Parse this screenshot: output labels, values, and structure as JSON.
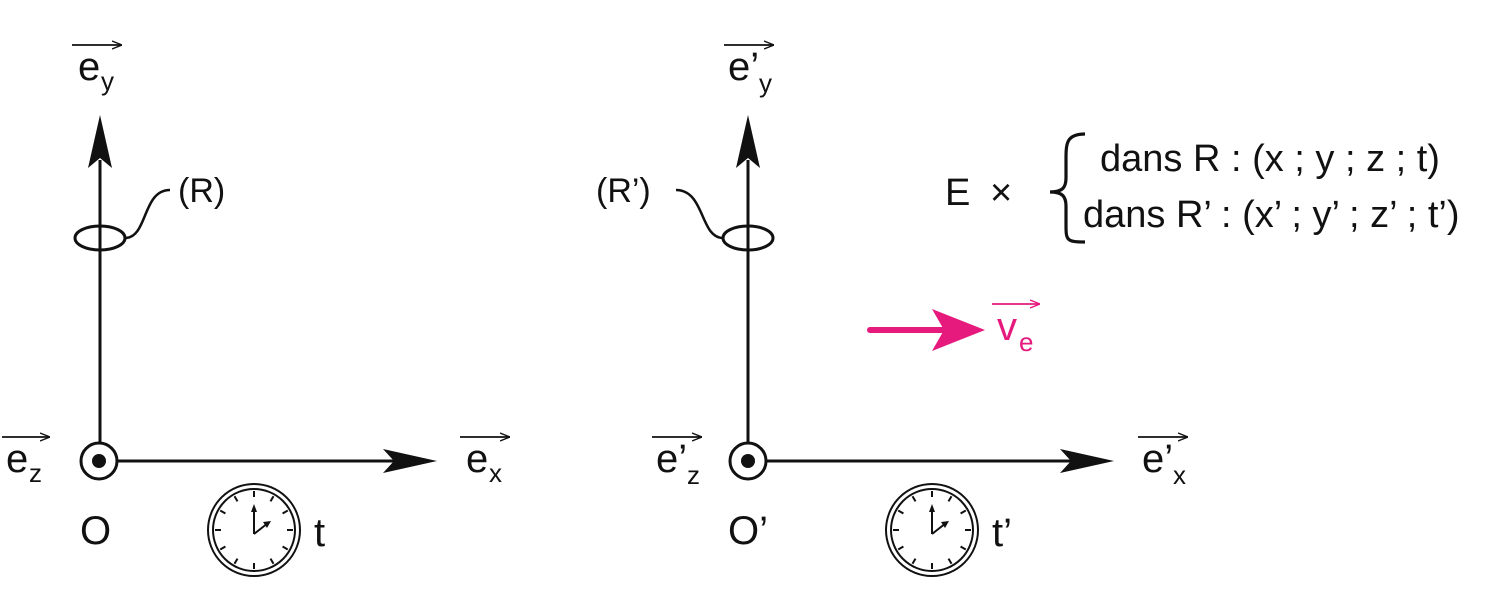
{
  "frame_r": {
    "label": "(R)",
    "origin": "O",
    "time": "t",
    "ex_base": "e",
    "ex_sub": "x",
    "ey_base": "e",
    "ey_sub": "y",
    "ez_base": "e",
    "ez_sub": "z"
  },
  "frame_rp": {
    "label": "(R’)",
    "origin": "O’",
    "time": "t’",
    "ex_base": "e’",
    "ex_sub": "x",
    "ey_base": "e’",
    "ey_sub": "y",
    "ez_base": "e’",
    "ez_sub": "z"
  },
  "velocity": {
    "base": "v",
    "sub": "e"
  },
  "event": {
    "name": "E",
    "times": "×",
    "line1": "dans R : (x ; y ; z ; t)",
    "line2": "dans R’ : (x’ ; y’ ; z’ ; t’)"
  },
  "colors": {
    "ink": "#111111",
    "velocity": "#e6197d"
  },
  "icons": {
    "clock": "clock-icon",
    "out_of_page": "out-of-page-icon"
  }
}
